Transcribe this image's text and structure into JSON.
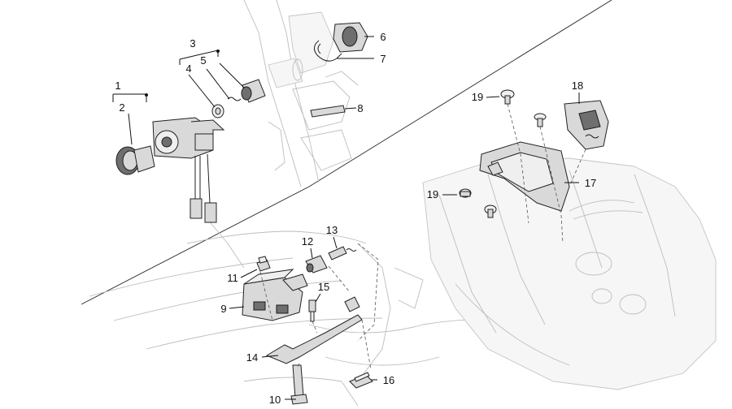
{
  "callouts": [
    {
      "id": "1",
      "label": "1"
    },
    {
      "id": "2",
      "label": "2"
    },
    {
      "id": "3",
      "label": "3"
    },
    {
      "id": "4",
      "label": "4"
    },
    {
      "id": "5",
      "label": "5"
    },
    {
      "id": "6",
      "label": "6"
    },
    {
      "id": "7",
      "label": "7"
    },
    {
      "id": "8",
      "label": "8"
    },
    {
      "id": "9",
      "label": "9"
    },
    {
      "id": "10",
      "label": "10"
    },
    {
      "id": "11",
      "label": "11"
    },
    {
      "id": "12",
      "label": "12"
    },
    {
      "id": "13",
      "label": "13"
    },
    {
      "id": "14",
      "label": "14"
    },
    {
      "id": "15",
      "label": "15"
    },
    {
      "id": "16",
      "label": "16"
    },
    {
      "id": "17",
      "label": "17"
    },
    {
      "id": "18",
      "label": "18"
    },
    {
      "id": "19a",
      "label": "19"
    },
    {
      "id": "19b",
      "label": "19"
    }
  ],
  "colors": {
    "ink": "#111111",
    "ghost_outline": "#bdbdbd",
    "part_fill": "#d9d9d9",
    "part_dark": "#6f6f6f"
  }
}
